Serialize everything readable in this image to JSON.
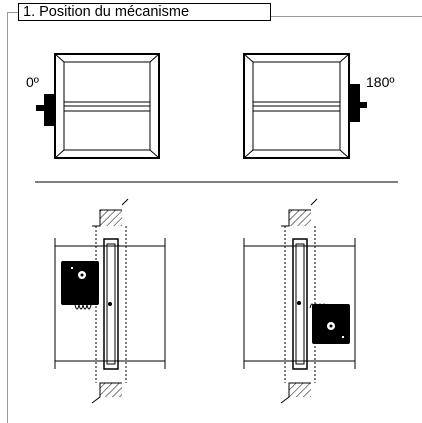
{
  "section": {
    "title": "1. Position du mécanisme"
  },
  "positions": [
    {
      "angle_label": "0º"
    },
    {
      "angle_label": "180º"
    }
  ],
  "colors": {
    "line": "#000000",
    "background": "#ffffff",
    "frame": "#9a9a9a"
  }
}
